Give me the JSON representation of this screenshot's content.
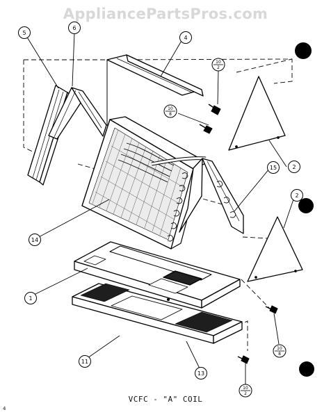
{
  "watermark": "AppliancePartsPros.com",
  "caption": "VCFC - \"A\" COIL",
  "corner_mark": "4",
  "callouts": {
    "c1": "1",
    "c2a": "2",
    "c2b": "2",
    "c4": "4",
    "c5": "5",
    "c6": "6",
    "c11": "11",
    "c13": "13",
    "c14": "14",
    "c15": "15"
  },
  "fractions": {
    "f1": {
      "num": "10",
      "den": "2"
    },
    "f2": {
      "num": "10",
      "den": "8"
    },
    "f3": {
      "num": "10",
      "den": "8"
    },
    "f4": {
      "num": "10",
      "den": "2"
    }
  }
}
